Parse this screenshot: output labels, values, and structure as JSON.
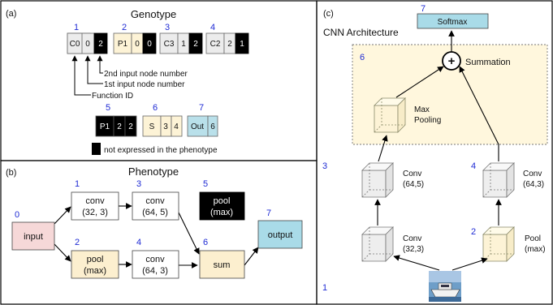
{
  "colors": {
    "frame": "#000000",
    "node_index": "#1f2bd4",
    "gene_gray": "#ececec",
    "gene_yellow": "#fdf3d6",
    "gene_blue": "#b9e0ea",
    "gene_black": "#000000",
    "input_pink": "#f6d8d8",
    "conv_white": "#ffffff",
    "pool_yellow": "#fcefcf",
    "sum_yellow": "#fcefcf",
    "output_blue": "#a9dbe8",
    "cnn_panel_fill": "#fff7dd",
    "softmax_blue": "#a9dbe8"
  },
  "panel_a": {
    "label": "(a)",
    "title": "Genotype",
    "genes_row1": [
      {
        "index": "1",
        "cells": [
          "C0",
          "0",
          "2"
        ],
        "style": "gray",
        "black_last": true
      },
      {
        "index": "2",
        "cells": [
          "P1",
          "0",
          "0"
        ],
        "style": "yellow",
        "black_last": true
      },
      {
        "index": "3",
        "cells": [
          "C3",
          "1",
          "2"
        ],
        "style": "gray",
        "black_last": true
      },
      {
        "index": "4",
        "cells": [
          "C2",
          "2",
          "1"
        ],
        "style": "gray",
        "black_last": true
      }
    ],
    "genes_row2": [
      {
        "index": "5",
        "cells": [
          "P1",
          "2",
          "2"
        ],
        "style": "black"
      },
      {
        "index": "6",
        "cells": [
          "S",
          "3",
          "4"
        ],
        "style": "yellow"
      },
      {
        "index": "7",
        "cells": [
          "Out",
          "6"
        ],
        "style": "blue"
      }
    ],
    "annotations": {
      "second_input": "2nd input node number",
      "first_input": "1st input node number",
      "function_id": "Function ID"
    },
    "legend_text": "not expressed in the phenotype"
  },
  "panel_b": {
    "label": "(b)",
    "title": "Phenotype",
    "nodes": {
      "input": {
        "index": "0",
        "line1": "input",
        "line2": ""
      },
      "conv1": {
        "index": "1",
        "line1": "conv",
        "line2": "(32, 3)"
      },
      "pool2": {
        "index": "2",
        "line1": "pool",
        "line2": "(max)"
      },
      "conv3": {
        "index": "3",
        "line1": "conv",
        "line2": "(64, 5)"
      },
      "conv4": {
        "index": "4",
        "line1": "conv",
        "line2": "(64, 3)"
      },
      "pool5": {
        "index": "5",
        "line1": "pool",
        "line2": "(max)"
      },
      "sum6": {
        "index": "6",
        "line1": "sum",
        "line2": ""
      },
      "output7": {
        "index": "7",
        "line1": "output",
        "line2": ""
      }
    }
  },
  "panel_c": {
    "label": "(c)",
    "title": "CNN Architecture",
    "softmax": {
      "index": "7",
      "label": "Softmax"
    },
    "panel6_index": "6",
    "summation_label": "Summation",
    "plus_symbol": "+",
    "maxpool": {
      "line1": "Max",
      "line2": "Pooling"
    },
    "conv3": {
      "index": "3",
      "line1": "Conv",
      "line2": "(64,5)"
    },
    "conv4": {
      "index": "4",
      "line1": "Conv",
      "line2": "(64,3)"
    },
    "conv1": {
      "index": "1",
      "line1": "Conv",
      "line2": "(32,3)"
    },
    "pool2": {
      "index": "2",
      "line1": "Pool",
      "line2": "(max)"
    }
  }
}
